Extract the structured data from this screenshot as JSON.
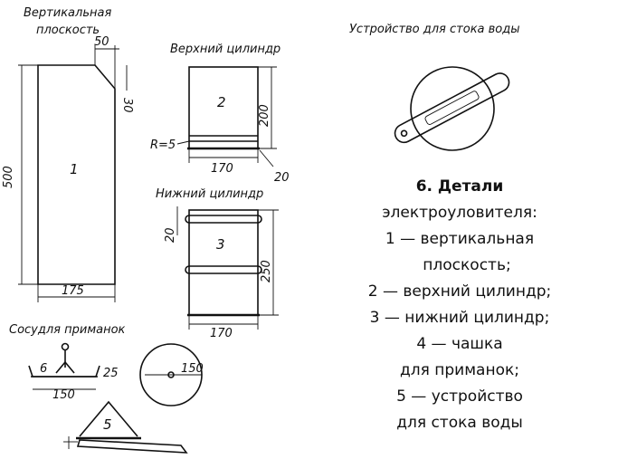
{
  "labels": {
    "vertical_plane_1": "Вертикальная",
    "vertical_plane_2": "плоскость",
    "upper_cylinder": "Верхний цилиндр",
    "lower_cylinder": "Нижний цилиндр",
    "bait_cup": "Сосудля приманок",
    "drain_device": "Устройство для стока воды"
  },
  "part_numbers": {
    "plane": "1",
    "upper": "2",
    "lower": "3",
    "cone": "5"
  },
  "dimensions": {
    "plane_top": "50",
    "plane_bevel": "30",
    "plane_height": "500",
    "plane_width": "175",
    "upper_height": "200",
    "upper_radius": "R=5",
    "upper_width": "170",
    "upper_rim": "20",
    "lower_rim": "20",
    "lower_height": "250",
    "lower_width": "170",
    "cup_small": "6",
    "cup_height": "25",
    "cup_width": "150",
    "cup_diameter": "150"
  },
  "caption": {
    "title": "6. Детали",
    "lines": [
      "электроуловителя:",
      "1 — вертикальная",
      "плоскость;",
      "2 — верхний цилиндр;",
      "3 — нижний цилиндр;",
      "4 — чашка",
      "для приманок;",
      "5 — устройство",
      "для стока воды"
    ]
  }
}
